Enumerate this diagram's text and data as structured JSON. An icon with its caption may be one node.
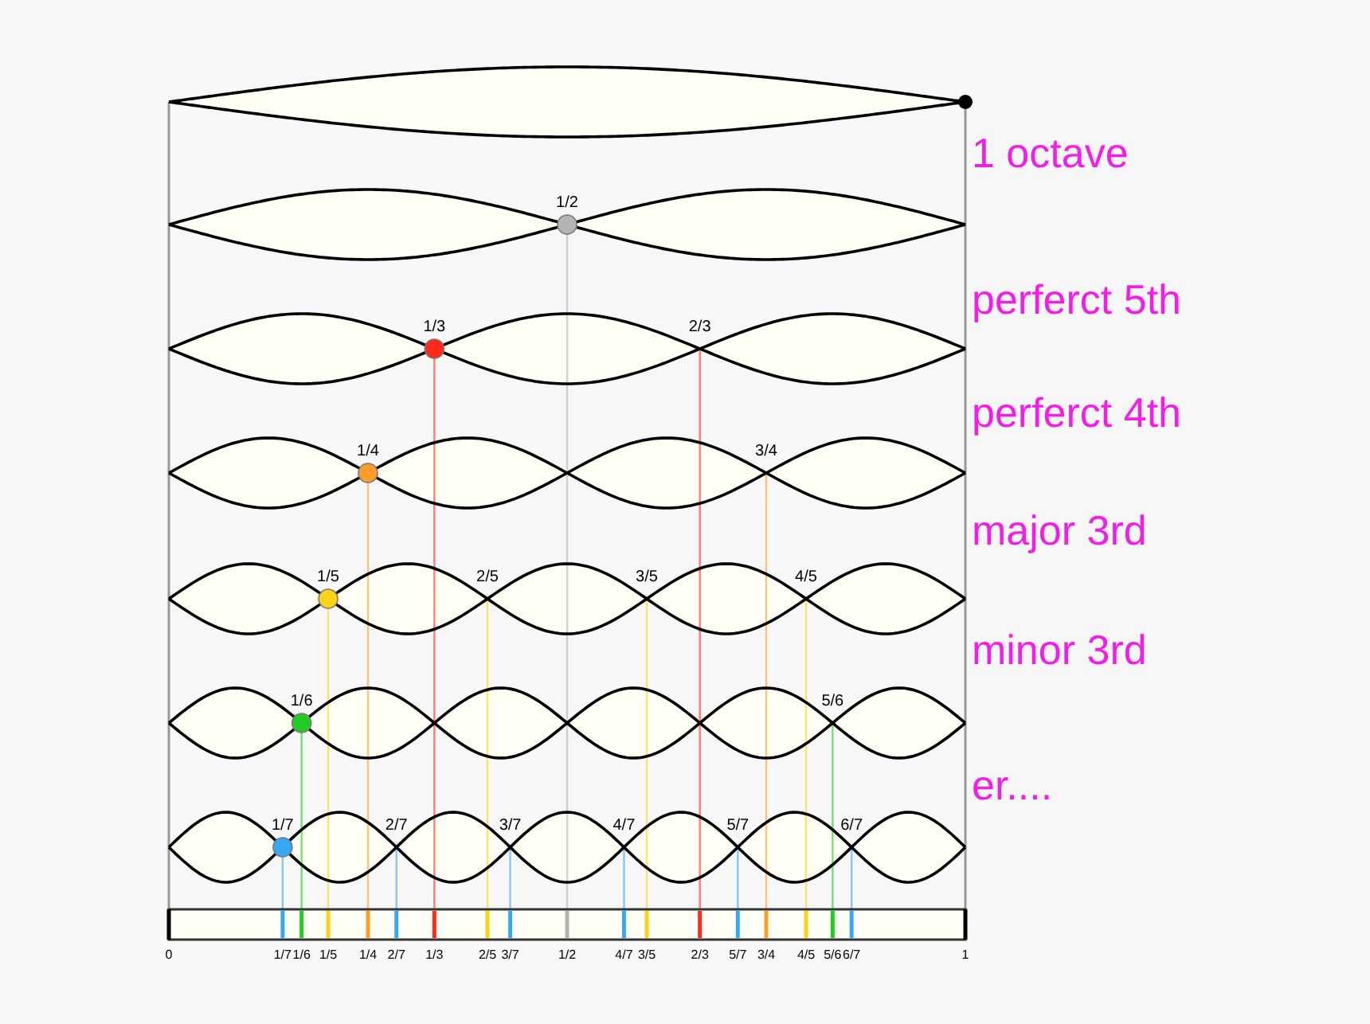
{
  "diagram": {
    "labels": [
      "1 octave",
      "1/2",
      "perferct 5th",
      "1/3",
      "2/3",
      "perferct 4th",
      "1/4",
      "3/4",
      "major 3rd",
      "1/5",
      "2/5",
      "3/5",
      "4/5",
      "minor 3rd",
      "1/6",
      "5/6",
      "er....",
      "1/7",
      "2/7",
      "3/7",
      "4/7",
      "5/7",
      "6/7",
      "0",
      "1/7",
      "1/6",
      "1/5",
      "1/4",
      "2/7",
      "1/3",
      "2/5",
      "3/7",
      "1/2",
      "4/7",
      "3/5",
      "2/3",
      "5/7",
      "3/4",
      "4/5",
      "5/6",
      "6/7",
      "1"
    ]
  }
}
